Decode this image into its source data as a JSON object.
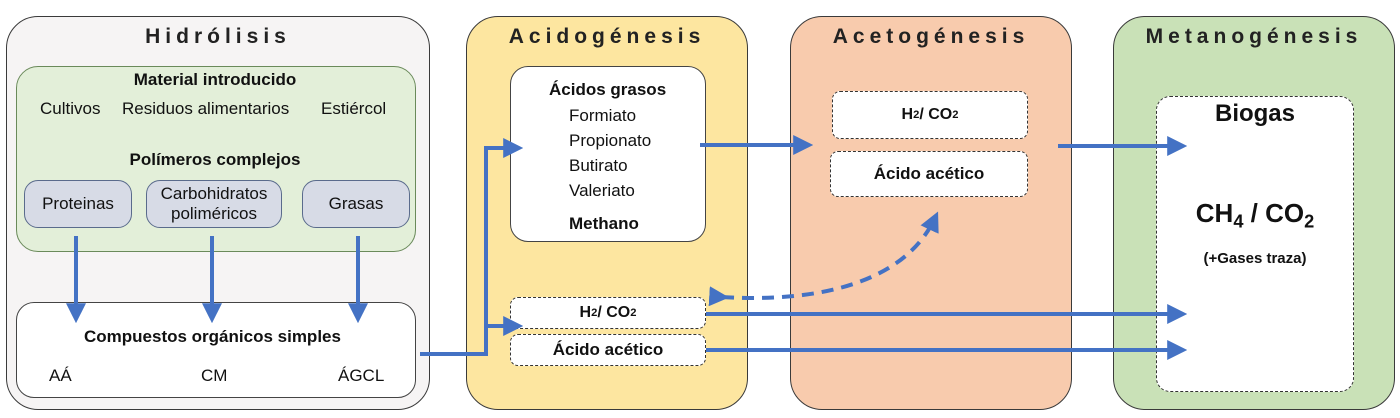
{
  "stages": {
    "hidrolisis": "Hidrólisis",
    "acidogenesis": "Acidogénesis",
    "acetogenesis": "Acetogénesis",
    "metanogenesis": "Metanogénesis"
  },
  "hidrolisis": {
    "material_title": "Material introducido",
    "materials": [
      "Cultivos",
      "Residuos alimentarios",
      "Estiércol"
    ],
    "polymers_title": "Polímeros complejos",
    "polymers": [
      "Proteinas",
      "Carbohidratos",
      "poliméricos",
      "Grasas"
    ],
    "compounds_title": "Compuestos orgánicos simples",
    "compounds": [
      "AÁ",
      "CM",
      "ÁGCL"
    ]
  },
  "acidogenesis": {
    "fatty_title": "Ácidos grasos",
    "fatty": [
      "Formiato",
      "Propionato",
      "Butirato",
      "Valeriato"
    ],
    "methano": "Methano",
    "h2": "H",
    "h2_sub": "2",
    "co2": " / CO",
    "co2_sub": "2",
    "acetic": "Ácido acético"
  },
  "acetogenesis": {
    "h2": "H",
    "h2_sub": "2",
    "co2": " / CO",
    "co2_sub": "2",
    "acetic": "Ácido acético"
  },
  "metanogenesis": {
    "biogas": "Biogas",
    "ch": "CH",
    "ch_sub": "4",
    "co2": " / CO",
    "co2_sub": "2",
    "trace": "(+Gases traza)"
  },
  "colors": {
    "hidrolisis_bg": "#f6f4f4",
    "green_inner": "#e3efd9",
    "acidogenesis_bg": "#fde6a0",
    "acetogenesis_bg": "#f8cbad",
    "metanogenesis_bg": "#c9e1b7",
    "arrow": "#4472c4"
  }
}
